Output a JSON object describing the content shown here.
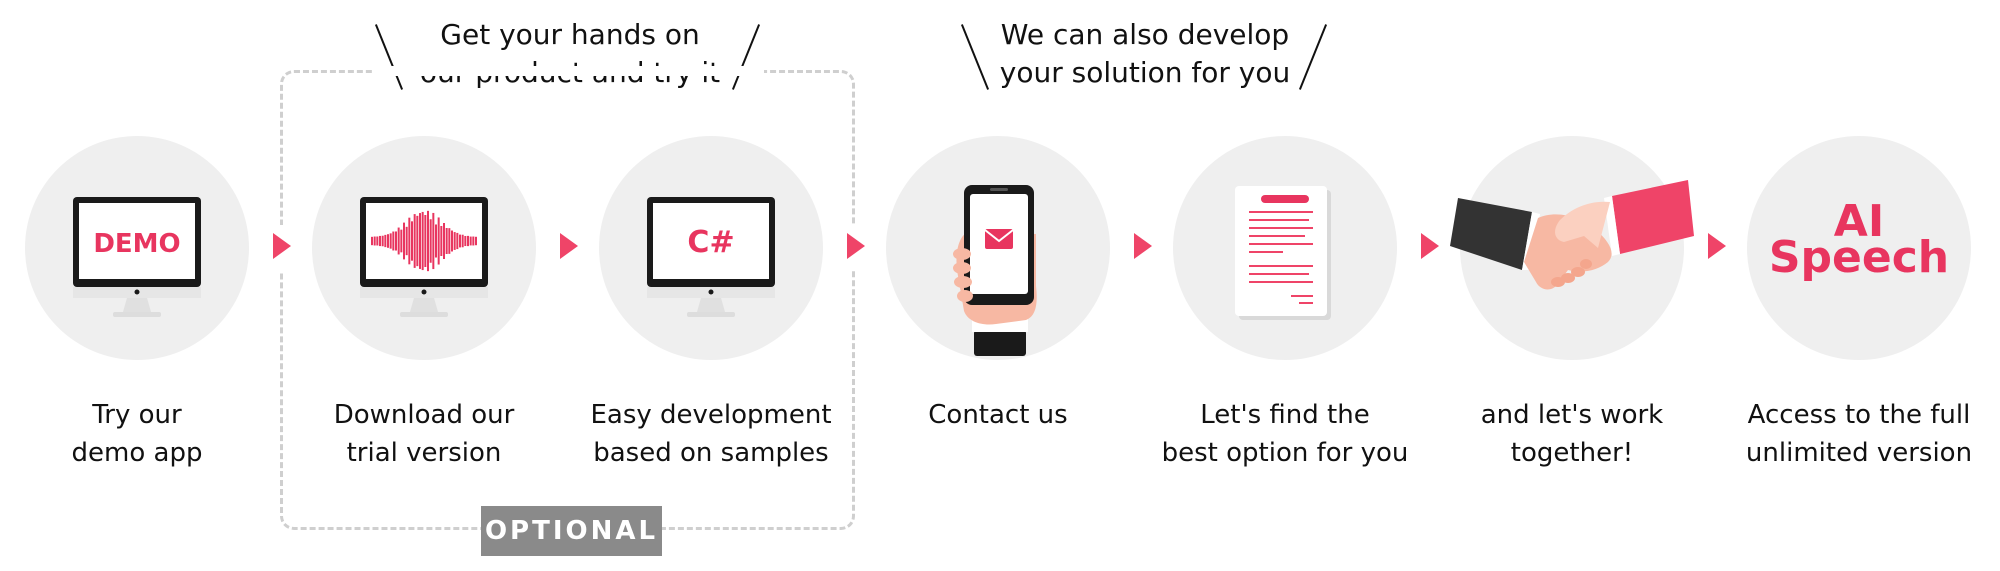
{
  "colors": {
    "accent": "#ef4468",
    "circle": "#efefef",
    "dark": "#1a1a1a",
    "gray_box": "#8a8a8a"
  },
  "headers": {
    "trial": {
      "line1": "Get your hands on",
      "line2": "our product and try it"
    },
    "develop": {
      "line1": "We can also develop",
      "line2": "your solution for you"
    }
  },
  "optional_label": "OPTIONAL",
  "steps": [
    {
      "icon": "demo-monitor-icon",
      "screen_text": "DEMO",
      "line1": "Try our",
      "line2": "demo app"
    },
    {
      "icon": "soundwave-monitor-icon",
      "line1": "Download our",
      "line2": "trial version"
    },
    {
      "icon": "csharp-monitor-icon",
      "screen_text": "C#",
      "line1": "Easy development",
      "line2": "based on samples"
    },
    {
      "icon": "phone-email-icon",
      "line1": "Contact us",
      "line2": ""
    },
    {
      "icon": "document-icon",
      "line1": "Let's find the",
      "line2": "best option for you"
    },
    {
      "icon": "handshake-icon",
      "line1": "and let's work",
      "line2": "together!"
    },
    {
      "icon": "ai-speech-icon",
      "logo_line1": "AI",
      "logo_line2": "Speech",
      "line1": "Access to the full",
      "line2": "unlimited version"
    }
  ]
}
